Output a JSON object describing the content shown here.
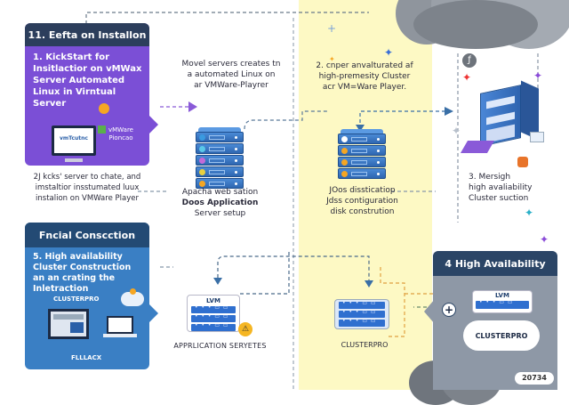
{
  "diagram": {
    "theme_colors": {
      "purple_card": "#7b4fd6",
      "blue_card": "#3a7fc4",
      "gray_card": "#8e98a6",
      "card_header": "#2c3e5c",
      "yellow_band": "#fdf9c4",
      "accent_orange": "#f5a623"
    },
    "step1_card": {
      "title": "11. Eefta on Installon",
      "body": "1. KickStart for Insitlactior on vMWax Server Automated Linux in Virntual Server",
      "monitor_label": "vmTcutnc",
      "side_label_line1": "vMWare",
      "side_label_line2": "Pioncao"
    },
    "step2_note": {
      "line1": "2J kcks' server to chate, and",
      "line2": "imstaltior insstumated luux",
      "line3": "instalion on VMWare Player"
    },
    "top_center_note": {
      "line1": "Movel servers creates tn",
      "line2": "a automated Linux on",
      "line3": "ar VMWare-Playrer"
    },
    "app_server": {
      "line1": "Apacha web sation",
      "line2": "Doos Application",
      "line3": "Server setup"
    },
    "yellow_note": {
      "line1": "2. cnper anvalturated af",
      "line2": "high-premesity Cluster",
      "line3": "acr VM=Ware Player."
    },
    "jboss_server": {
      "line1": "JOos dissticatiop",
      "line2": "Jdss contiguration",
      "line3": "disk constrution"
    },
    "ha_note": {
      "line1": "3. Mersigh",
      "line2": "high avaliability",
      "line3": "Cluster suction"
    },
    "final_card": {
      "title": "Fncial Conscction",
      "body": "5. High availability Cluster Construction an an crating the Inletraction",
      "clusterpro_label": "CLUSTERPRO",
      "fallback_label": "FLLLACX"
    },
    "app_services": {
      "rack_label": "LVM",
      "caption": "APPRLICATION SERYETES"
    },
    "clusterpro_server": {
      "caption": "CLUSTERPRO"
    },
    "ha_card": {
      "title": "4 High Availability",
      "rack_label": "LVM",
      "cloud_label": "CLUSTERPRO",
      "badge": "20734"
    }
  }
}
